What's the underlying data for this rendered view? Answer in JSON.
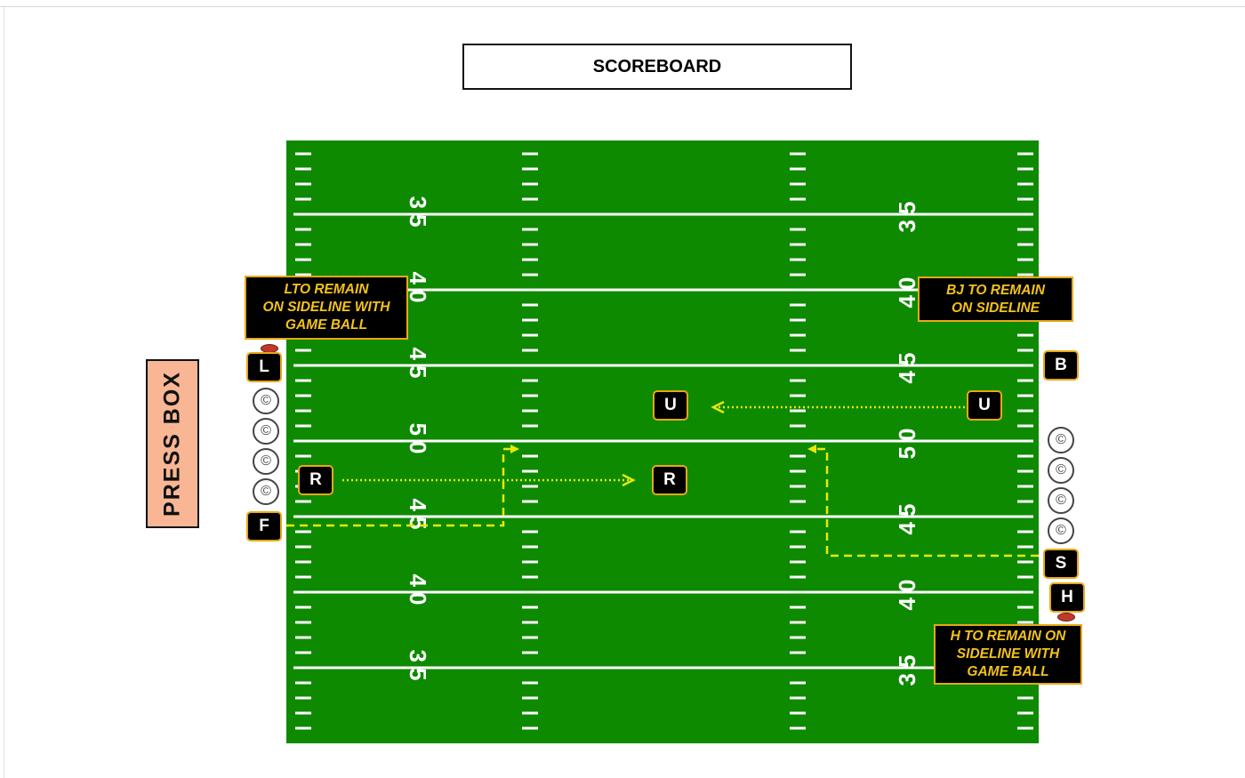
{
  "scoreboard": "SCOREBOARD",
  "press_box": "PRESS BOX",
  "callouts": {
    "lto": "LTO REMAIN\nON SIDELINE WITH\nGAME BALL",
    "bj": "BJ TO REMAIN\nON SIDELINE",
    "h": "H TO REMAIN ON\nSIDELINE WITH\nGAME BALL"
  },
  "officials": {
    "l": "L",
    "f": "F",
    "b": "B",
    "s": "S",
    "h": "H",
    "r_start": "R",
    "r_end": "R",
    "u_start": "U",
    "u_end": "U"
  },
  "chain_symbol": "©",
  "field": {
    "yard_numbers": [
      "35",
      "40",
      "45",
      "50",
      "45",
      "40",
      "35"
    ],
    "field_color": "#0d8a00",
    "line_color": "#ffffff",
    "path_color": "#e8e80a"
  },
  "colors": {
    "callout_text": "#f4c21a",
    "callout_border": "#e8a817",
    "press_box": "#f8b694"
  }
}
